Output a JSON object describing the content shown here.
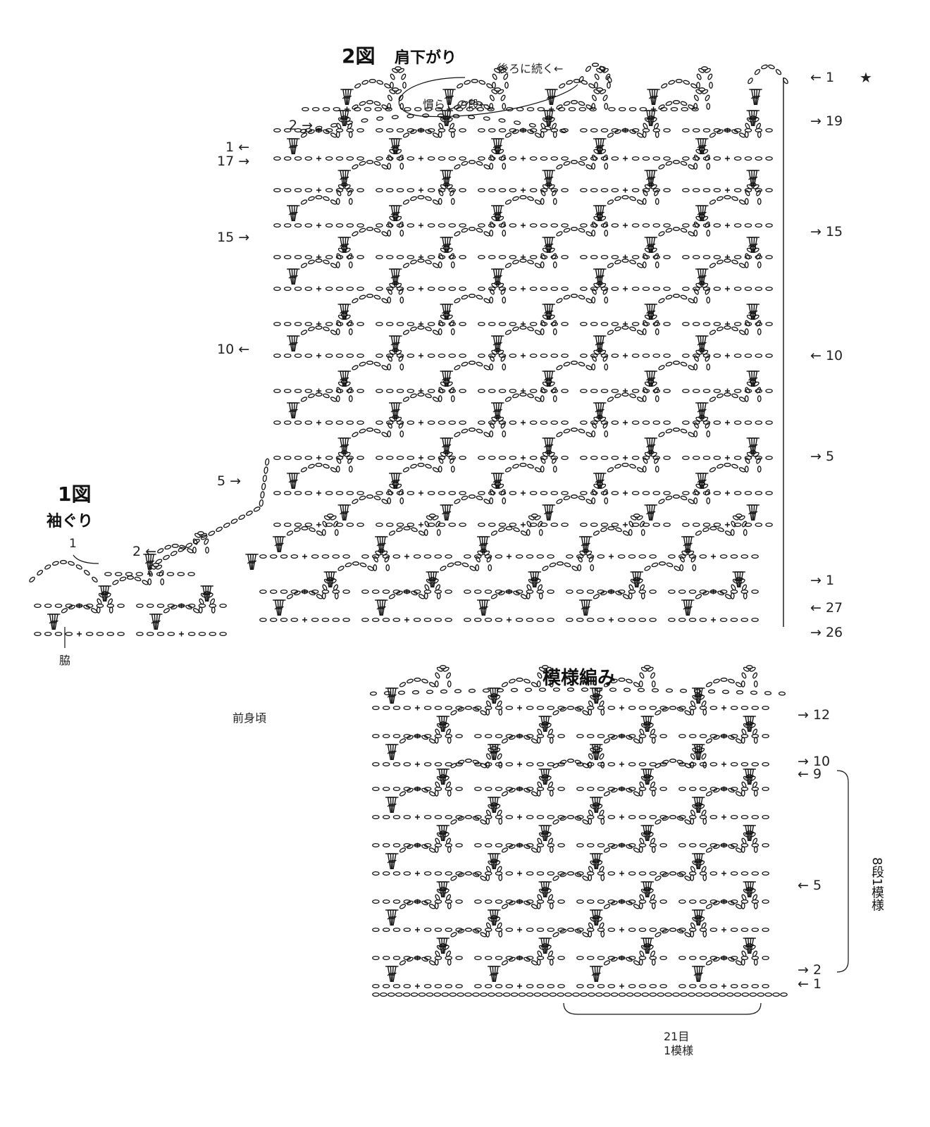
{
  "titles": {
    "fig2_number": "2図",
    "fig2_name": "肩下がり",
    "fig1_number": "1図",
    "fig1_name": "袖ぐり",
    "pattern": "模様編み"
  },
  "notes": {
    "continue_back": "後ろに続く←",
    "smoothing_row": "慣らしの段←",
    "side": "脇",
    "front_body": "前身頃",
    "star": "★",
    "pattern_repeat_rows": "8段1模様",
    "pattern_repeat_stitches": "21目",
    "pattern_repeat_unit": "1模様"
  },
  "fig2_right_rows": [
    "← 1",
    "→ 19",
    "→ 15",
    "← 10",
    "→ 5",
    "→ 1",
    "← 27",
    "→ 26"
  ],
  "fig2_left_rows": [
    "2 →",
    "1 ←",
    "17 →",
    "15 →",
    "10 ←",
    "5 →"
  ],
  "fig1_rows": [
    "1",
    "2 ←"
  ],
  "pattern_rows": [
    "→ 12",
    "→ 10",
    "← 9",
    "← 5",
    "→ 2",
    "← 1"
  ],
  "colors": {
    "ink": "#111111",
    "background": "#ffffff"
  }
}
